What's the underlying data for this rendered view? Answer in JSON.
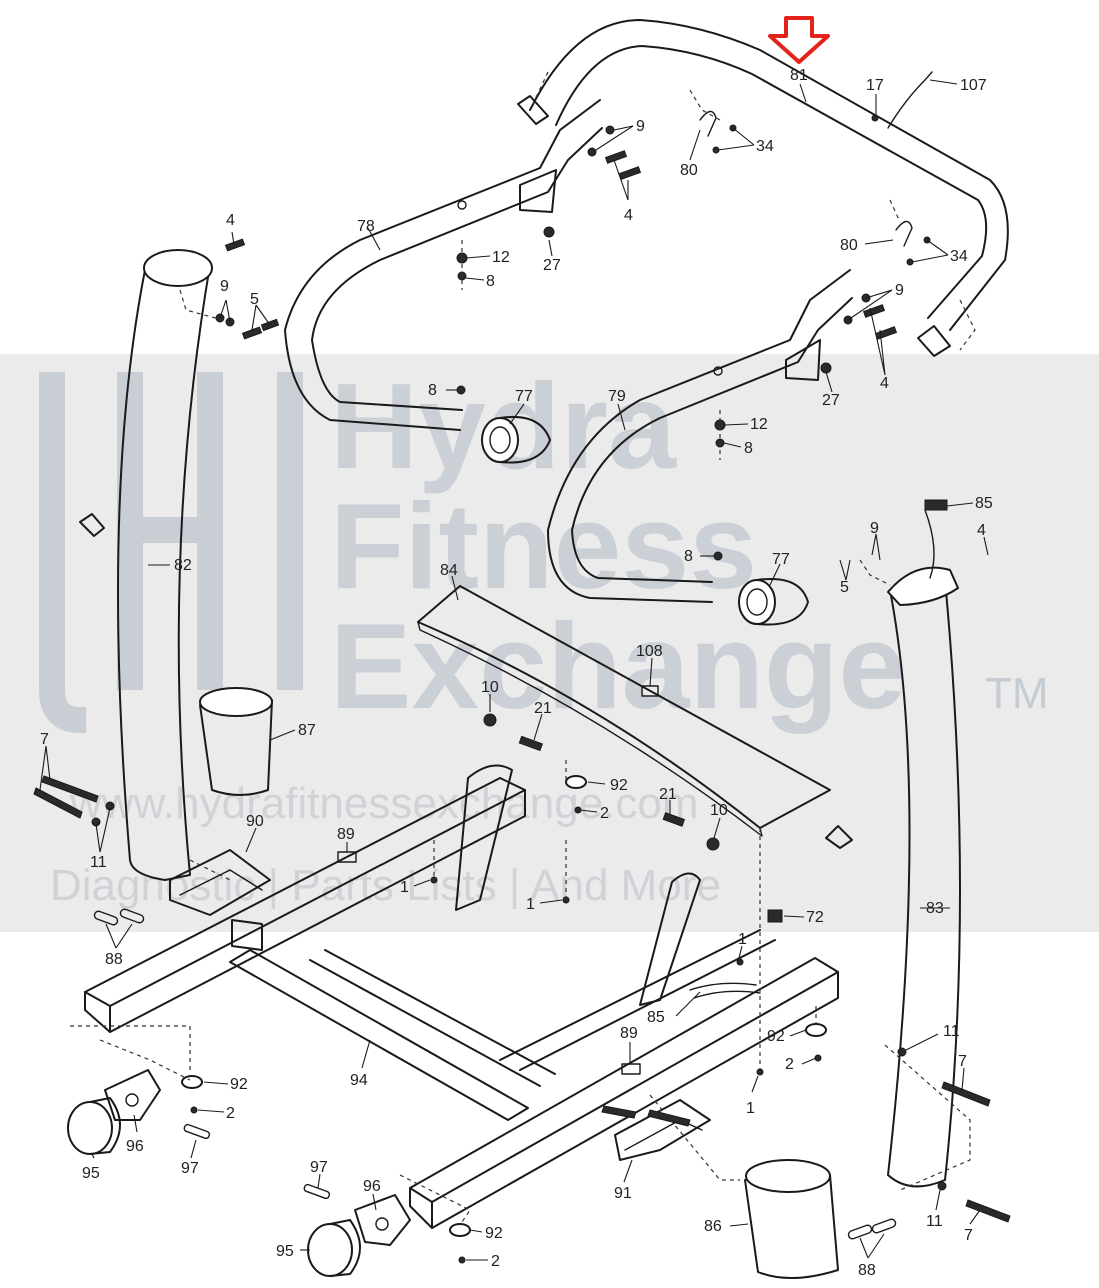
{
  "watermark": {
    "line1": "Hydra",
    "line2": "Fitness",
    "line3": "Exchange",
    "trademark": "TM",
    "url": "www.hydrafitnessexchange.com",
    "tagline": "Diagnostic | Parts Lists | And More"
  },
  "highlight_arrow_color": "#e3231b",
  "labels": [
    {
      "id": "l81",
      "text": "81"
    },
    {
      "id": "l17",
      "text": "17"
    },
    {
      "id": "l107",
      "text": "107"
    },
    {
      "id": "l9a",
      "text": "9"
    },
    {
      "id": "l34a",
      "text": "34"
    },
    {
      "id": "l80a",
      "text": "80"
    },
    {
      "id": "l4a",
      "text": "4"
    },
    {
      "id": "l78",
      "text": "78"
    },
    {
      "id": "l12a",
      "text": "12"
    },
    {
      "id": "l8a",
      "text": "8"
    },
    {
      "id": "l27a",
      "text": "27"
    },
    {
      "id": "l80b",
      "text": "80"
    },
    {
      "id": "l34b",
      "text": "34"
    },
    {
      "id": "l4b",
      "text": "4"
    },
    {
      "id": "l9b",
      "text": "9"
    },
    {
      "id": "l5a",
      "text": "5"
    },
    {
      "id": "l9c",
      "text": "9"
    },
    {
      "id": "l4c",
      "text": "4"
    },
    {
      "id": "l27b",
      "text": "27"
    },
    {
      "id": "l8b",
      "text": "8"
    },
    {
      "id": "l77a",
      "text": "77"
    },
    {
      "id": "l79",
      "text": "79"
    },
    {
      "id": "l12b",
      "text": "12"
    },
    {
      "id": "l8c",
      "text": "8"
    },
    {
      "id": "l85a",
      "text": "85"
    },
    {
      "id": "l9d",
      "text": "9"
    },
    {
      "id": "l4d",
      "text": "4"
    },
    {
      "id": "l5b",
      "text": "5"
    },
    {
      "id": "l8d",
      "text": "8"
    },
    {
      "id": "l77b",
      "text": "77"
    },
    {
      "id": "l82",
      "text": "82"
    },
    {
      "id": "l84",
      "text": "84"
    },
    {
      "id": "l108",
      "text": "108"
    },
    {
      "id": "l10a",
      "text": "10"
    },
    {
      "id": "l21a",
      "text": "21"
    },
    {
      "id": "l87",
      "text": "87"
    },
    {
      "id": "l7a",
      "text": "7"
    },
    {
      "id": "l11a",
      "text": "11"
    },
    {
      "id": "l90",
      "text": "90"
    },
    {
      "id": "l89a",
      "text": "89"
    },
    {
      "id": "l92a",
      "text": "92"
    },
    {
      "id": "l2a",
      "text": "2"
    },
    {
      "id": "l21b",
      "text": "21"
    },
    {
      "id": "l10b",
      "text": "10"
    },
    {
      "id": "l1a",
      "text": "1"
    },
    {
      "id": "l1b",
      "text": "1"
    },
    {
      "id": "l72",
      "text": "72"
    },
    {
      "id": "l83",
      "text": "83"
    },
    {
      "id": "l88a",
      "text": "88"
    },
    {
      "id": "l1c",
      "text": "1"
    },
    {
      "id": "l85b",
      "text": "85"
    },
    {
      "id": "l92b",
      "text": "92"
    },
    {
      "id": "l2b",
      "text": "2"
    },
    {
      "id": "l89b",
      "text": "89"
    },
    {
      "id": "l94",
      "text": "94"
    },
    {
      "id": "l11b",
      "text": "11"
    },
    {
      "id": "l7b",
      "text": "7"
    },
    {
      "id": "l92c",
      "text": "92"
    },
    {
      "id": "l2c",
      "text": "2"
    },
    {
      "id": "l1d",
      "text": "1"
    },
    {
      "id": "l96a",
      "text": "96"
    },
    {
      "id": "l95a",
      "text": "95"
    },
    {
      "id": "l97a",
      "text": "97"
    },
    {
      "id": "l91",
      "text": "91"
    },
    {
      "id": "l97b",
      "text": "97"
    },
    {
      "id": "l96b",
      "text": "96"
    },
    {
      "id": "l92d",
      "text": "92"
    },
    {
      "id": "l2d",
      "text": "2"
    },
    {
      "id": "l95b",
      "text": "95"
    },
    {
      "id": "l86",
      "text": "86"
    },
    {
      "id": "l11c",
      "text": "11"
    },
    {
      "id": "l7c",
      "text": "7"
    },
    {
      "id": "l88b",
      "text": "88"
    }
  ]
}
